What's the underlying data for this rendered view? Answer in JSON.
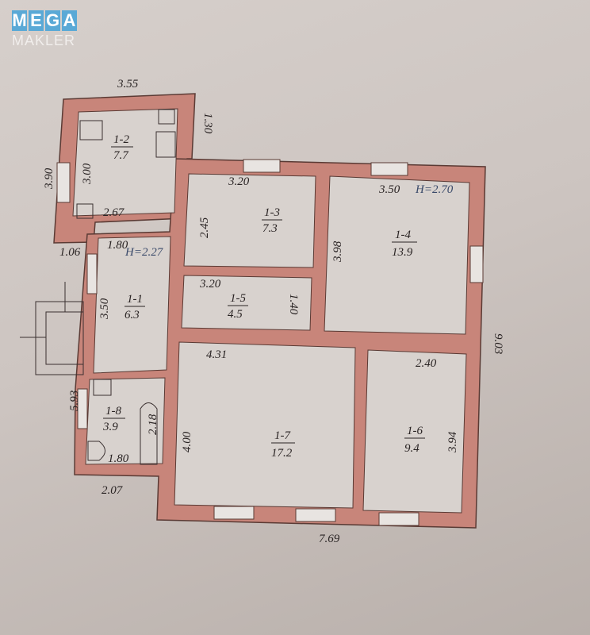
{
  "logo": {
    "line1": [
      "M",
      "E",
      "G",
      "A"
    ],
    "line2": "MAKLER"
  },
  "colors": {
    "wall": "#c8857a",
    "wall_stroke": "#5a3a34",
    "floor": "#d8d2ce",
    "background": "#cdc5c1",
    "logo_blue": "#5aa9d6"
  },
  "rooms": [
    {
      "id": "1-1",
      "area": "6.3"
    },
    {
      "id": "1-2",
      "area": "7.7"
    },
    {
      "id": "1-3",
      "area": "7.3"
    },
    {
      "id": "1-4",
      "area": "13.9"
    },
    {
      "id": "1-5",
      "area": "4.5"
    },
    {
      "id": "1-6",
      "area": "9.4"
    },
    {
      "id": "1-7",
      "area": "17.2"
    },
    {
      "id": "1-8",
      "area": "3.9"
    }
  ],
  "dimensions": {
    "kitchen_top": "3.55",
    "kitchen_right": "1.30",
    "kitchen_left_outer": "3.90",
    "kitchen_left_inner": "3.00",
    "kitchen_bottom": "2.67",
    "kitchen_step": "1.06",
    "room13_top": "3.20",
    "room13_left": "2.45",
    "room14_top": "3.50",
    "room14_left": "3.98",
    "room15_top": "3.20",
    "room15_right": "1.40",
    "hall_top": "1.80",
    "hall_left": "3.50",
    "room17_top": "4.31",
    "room17_left": "4.00",
    "room16_top": "2.40",
    "room16_right": "3.94",
    "bath_bottom": "1.80",
    "bath_tub": "2.18",
    "bath_outer_bottom": "2.07",
    "porch_left": "5.93",
    "house_right": "9.03",
    "house_bottom": "7.69"
  },
  "heights": {
    "main": "H=2.70",
    "annex": "H=2.27"
  }
}
